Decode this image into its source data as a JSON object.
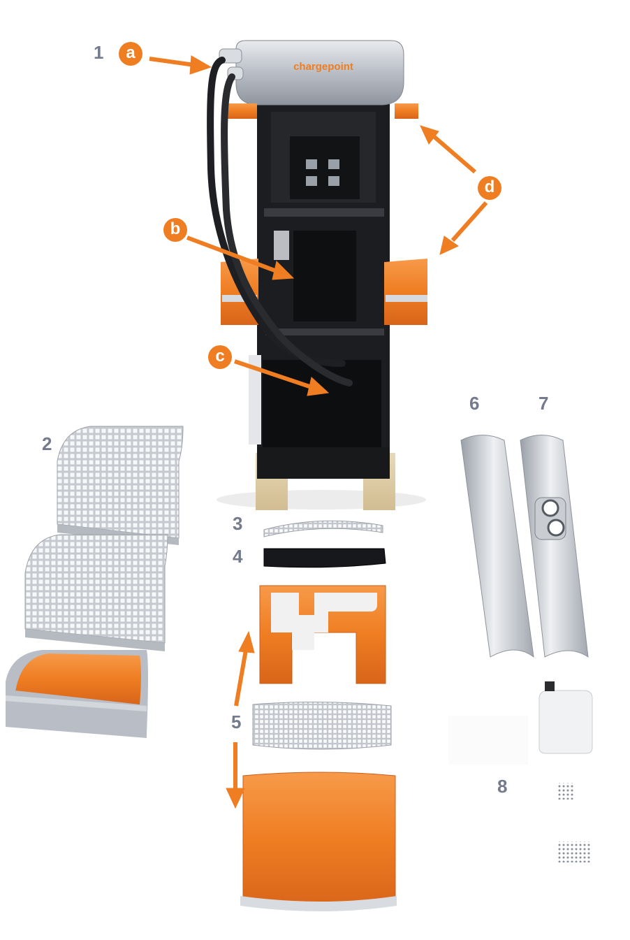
{
  "brand": {
    "logo_text": "chargepoint",
    "accent": "#ef7d22",
    "label_color": "#737b8c"
  },
  "parts": [
    {
      "id": "1",
      "label": "1"
    },
    {
      "id": "2",
      "label": "2"
    },
    {
      "id": "3",
      "label": "3"
    },
    {
      "id": "4",
      "label": "4"
    },
    {
      "id": "5",
      "label": "5"
    },
    {
      "id": "6",
      "label": "6"
    },
    {
      "id": "7",
      "label": "7"
    },
    {
      "id": "8",
      "label": "8"
    }
  ],
  "callouts": [
    {
      "id": "a",
      "label": "a"
    },
    {
      "id": "b",
      "label": "b"
    },
    {
      "id": "c",
      "label": "c"
    },
    {
      "id": "d",
      "label": "d"
    }
  ]
}
